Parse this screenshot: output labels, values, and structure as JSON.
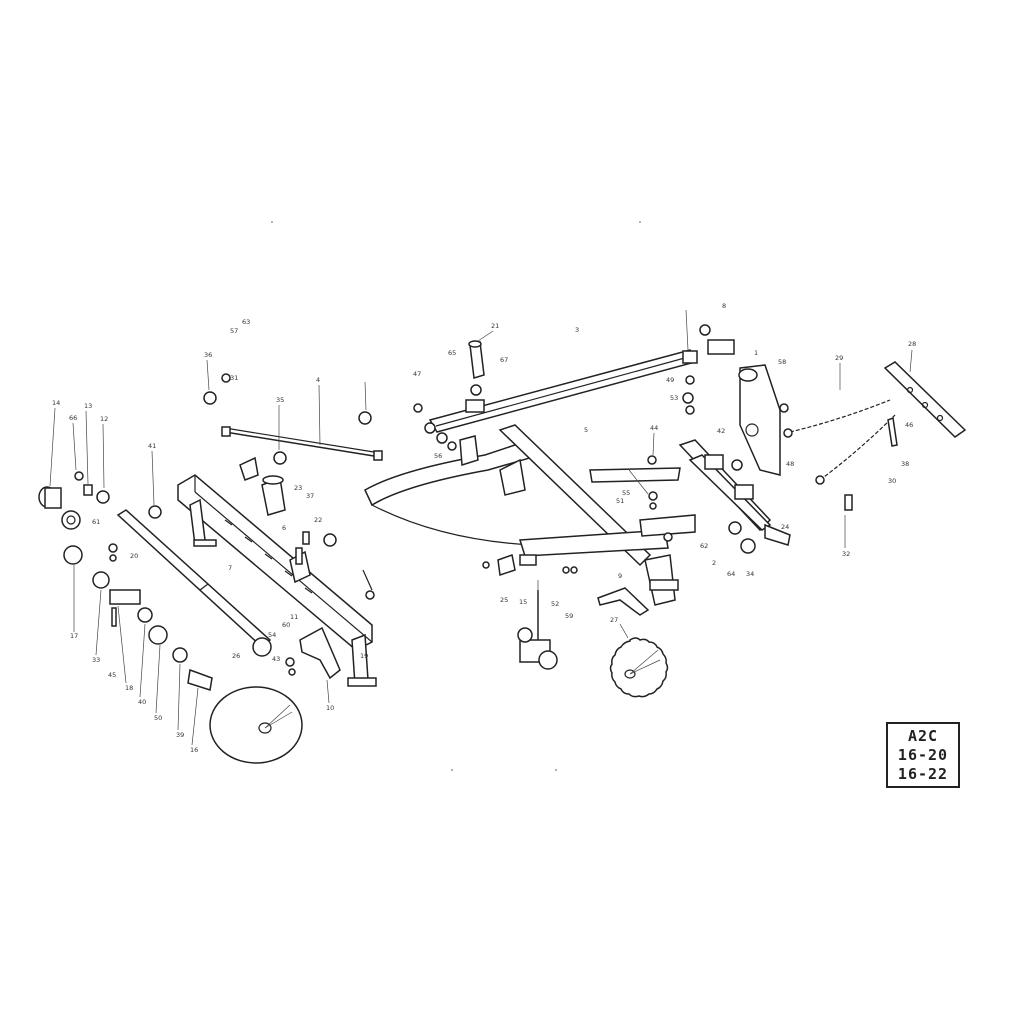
{
  "drawing": {
    "callouts": [
      "1",
      "2",
      "3",
      "4",
      "5",
      "6",
      "7",
      "8",
      "9",
      "10",
      "11",
      "12",
      "13",
      "14",
      "15",
      "16",
      "17",
      "18",
      "19",
      "20",
      "21",
      "22",
      "23",
      "24",
      "25",
      "26",
      "27",
      "28",
      "29",
      "30",
      "31",
      "32",
      "33",
      "34",
      "35",
      "36",
      "37",
      "38",
      "39",
      "40",
      "41",
      "42",
      "43",
      "44",
      "45",
      "46",
      "47",
      "48",
      "49",
      "50",
      "51",
      "52",
      "53",
      "54",
      "55",
      "56",
      "57",
      "58",
      "59",
      "60",
      "61",
      "62",
      "63",
      "64",
      "65",
      "66",
      "67"
    ]
  },
  "reference_box": {
    "code": "A2C",
    "range_1": "16-20",
    "range_2": "16-22"
  }
}
